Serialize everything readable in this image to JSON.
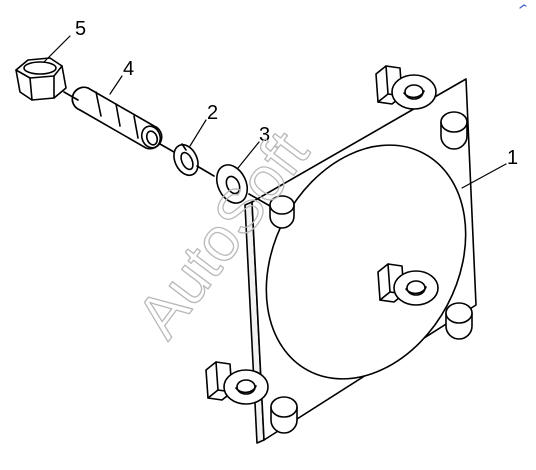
{
  "diagram": {
    "callouts": [
      "1",
      "2",
      "3",
      "4",
      "5"
    ],
    "watermark": "AutoSoft"
  },
  "colors": {
    "line": "#000000",
    "watermark": "#b9b9b9",
    "background": "#ffffff",
    "corner_mark": "#3a5fcd"
  }
}
